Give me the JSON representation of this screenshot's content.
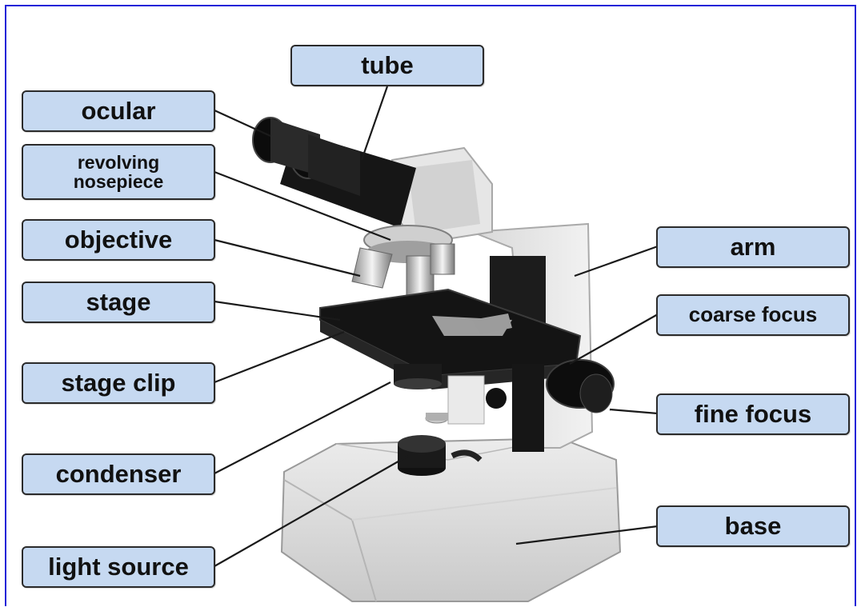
{
  "labels": {
    "tube": "tube",
    "ocular": "ocular",
    "revolving_nosepiece": [
      "revolving",
      "nosepiece"
    ],
    "objective": "objective",
    "stage": "stage",
    "stage_clip": "stage clip",
    "condenser": "condenser",
    "light_source": "light source",
    "arm": "arm",
    "coarse_focus": "coarse focus",
    "fine_focus": "fine focus",
    "base": "base"
  },
  "colors": {
    "label_fill": "#c6d9f1",
    "label_border": "#2b2b2b",
    "frame_border": "#2323d8",
    "leader_line": "#1a1a1a"
  }
}
